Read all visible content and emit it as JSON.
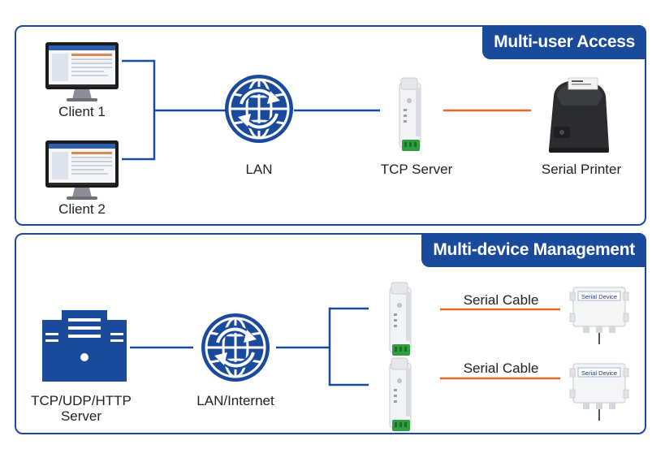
{
  "top_panel": {
    "title": "Multi-user Access",
    "client1": "Client 1",
    "client2": "Client 2",
    "lan": "LAN",
    "tcp_server": "TCP Server",
    "printer": "Serial Printer"
  },
  "bottom_panel": {
    "title": "Multi-device Management",
    "server_line1": "TCP/UDP/HTTP",
    "server_line2": "Server",
    "network": "LAN/Internet",
    "cable1": "Serial Cable",
    "cable2": "Serial Cable",
    "device_label_1": "Serial Device",
    "device_label_2": "Serial Device"
  },
  "colors": {
    "primary_blue": "#1a4a9c",
    "serial_orange": "#e8682a",
    "connector_green": "#2f9e3e"
  },
  "icons": [
    "monitor-icon",
    "globe-icon",
    "tcp-server-module-icon",
    "thermal-printer-icon",
    "server-tower-icon",
    "serial-device-box-icon"
  ]
}
